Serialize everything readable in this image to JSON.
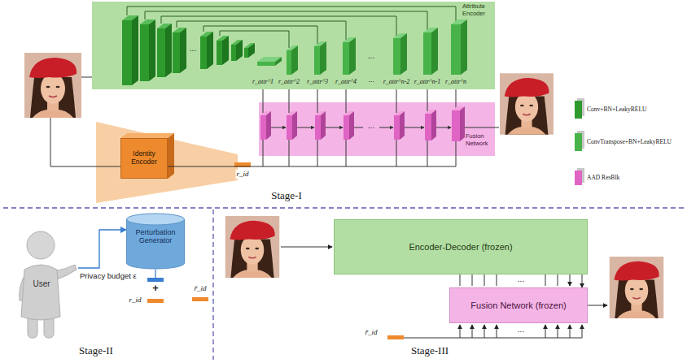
{
  "diagram": {
    "nodes": [
      {
        "text": [
          "Attribute Encoder"
        ]
      },
      {
        "text": [
          "Fusion Network"
        ]
      },
      {
        "text": [
          "Identity Encoder"
        ]
      },
      {
        "text": [
          "User"
        ]
      },
      {
        "text": [
          "Perturbation Generator"
        ]
      },
      {
        "text": [
          "Encoder-Decoder (frozen)"
        ]
      },
      {
        "text": [
          "Fusion Network (frozen)"
        ]
      }
    ],
    "edges": [
      {
        "from": 0,
        "to": 1,
        "arrow": "none"
      },
      {
        "from": 2,
        "to": 1,
        "label": "r_id",
        "arrow": "none"
      },
      {
        "from": 3,
        "to": 4,
        "label": "Privacy budget ε",
        "arrow": "to"
      },
      {
        "from": 5,
        "to": 6,
        "arrow": "to"
      }
    ],
    "labels": [
      "Stage-I",
      "...",
      "r_attr^1",
      "r_attr^2",
      "r_attr^3",
      "r_attr^4",
      "...",
      "r_attr^n-2",
      "r_attr^n-1",
      "r_attr^n",
      "...",
      "...",
      "Stage-II",
      "+",
      "r_id",
      "r̃_id",
      "Stage-III",
      "...",
      "r̃_id",
      "..."
    ],
    "legend": [
      {
        "text": "Conv+BN+LeakyRELU",
        "color": "#2e9a2e"
      },
      {
        "text": "ConvTranspose+BN+LeakyRELU",
        "color": "#48b348"
      },
      {
        "text": "AAD ResBlk",
        "color": "#e064c4"
      }
    ]
  }
}
